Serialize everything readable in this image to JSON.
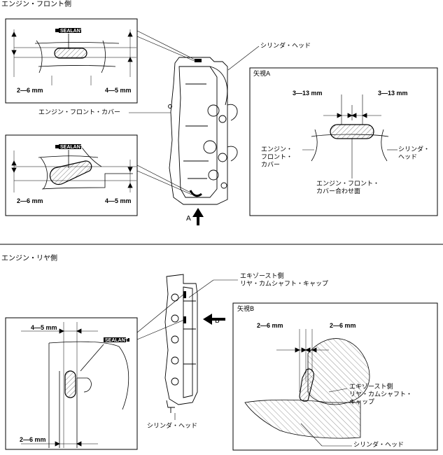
{
  "front": {
    "section_title": "エンジン・フロント側",
    "cyl_head": "シリンダ・ヘッド",
    "front_cover": "エンジン・フロント・カバー",
    "arrow_a": "A",
    "inset1": {
      "sealant": "SEALANT",
      "dim_left": "2—6 mm",
      "dim_right": "4—5 mm"
    },
    "inset2": {
      "sealant": "SEALANT",
      "dim_left": "2—6 mm",
      "dim_right": "4—5 mm"
    },
    "view_a": {
      "title": "矢視A",
      "dim_left": "3—13 mm",
      "dim_right": "3—13 mm",
      "label_left": "エンジン・\nフロント・\nカバー",
      "label_right": "シリンダ・\nヘッド",
      "label_bottom": "エンジン・フロント・\nカバー合わせ面"
    }
  },
  "rear": {
    "section_title": "エンジン・リヤ側",
    "exhaust_cap": "エキゾースト側\nリヤ・カムシャフト・キャップ",
    "cyl_head": "シリンダ・ヘッド",
    "arrow_b": "B",
    "inset": {
      "sealant": "SEALANT",
      "dim_top": "4—5 mm",
      "dim_bottom": "2—6 mm"
    },
    "view_b": {
      "title": "矢視B",
      "dim_left": "2—6 mm",
      "dim_right": "2—6 mm",
      "label_cap": "エキゾースト側\nリヤ・カムシャフト・\nキャップ",
      "label_head": "シリンダ・ヘッド"
    }
  }
}
